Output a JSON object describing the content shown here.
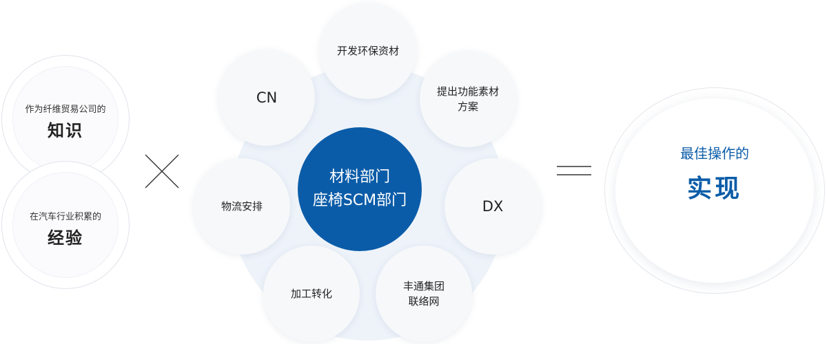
{
  "left": {
    "top": {
      "small": "作为纤维贸易公司的",
      "big": "知识"
    },
    "bottom": {
      "small": "在汽车行业积累的",
      "big": "经验"
    }
  },
  "operators": {
    "multiply_icon": "multiply-icon",
    "equals_icon": "equals-icon"
  },
  "hub": {
    "line1": "材料部门",
    "line2": "座椅SCM部门"
  },
  "satellites": {
    "eco": "开发环保资材",
    "functional_line1": "提出功能素材",
    "functional_line2": "方案",
    "dx": "DX",
    "network_line1": "丰通集团",
    "network_line2": "联络网",
    "processing": "加工转化",
    "logistics": "物流安排",
    "cn": "CN"
  },
  "result": {
    "small": "最佳操作的",
    "big": "实现"
  },
  "colors": {
    "accent": "#0b5ca8",
    "satellite_bg": "#f7f8fa",
    "ring_bg": "#eef3fa"
  }
}
